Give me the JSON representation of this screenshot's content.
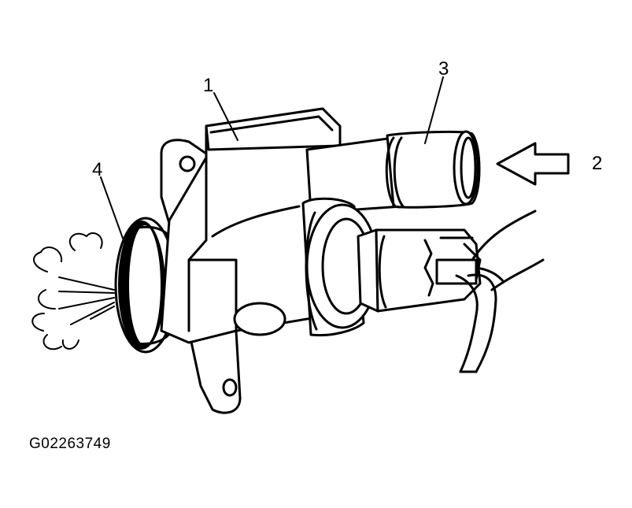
{
  "callouts": [
    {
      "id": "1",
      "text": "1"
    },
    {
      "id": "2",
      "text": "2"
    },
    {
      "id": "3",
      "text": "3"
    },
    {
      "id": "4",
      "text": "4"
    }
  ],
  "figure_id": "G02263749",
  "colors": {
    "ink": "#000000",
    "paper": "#ffffff"
  }
}
